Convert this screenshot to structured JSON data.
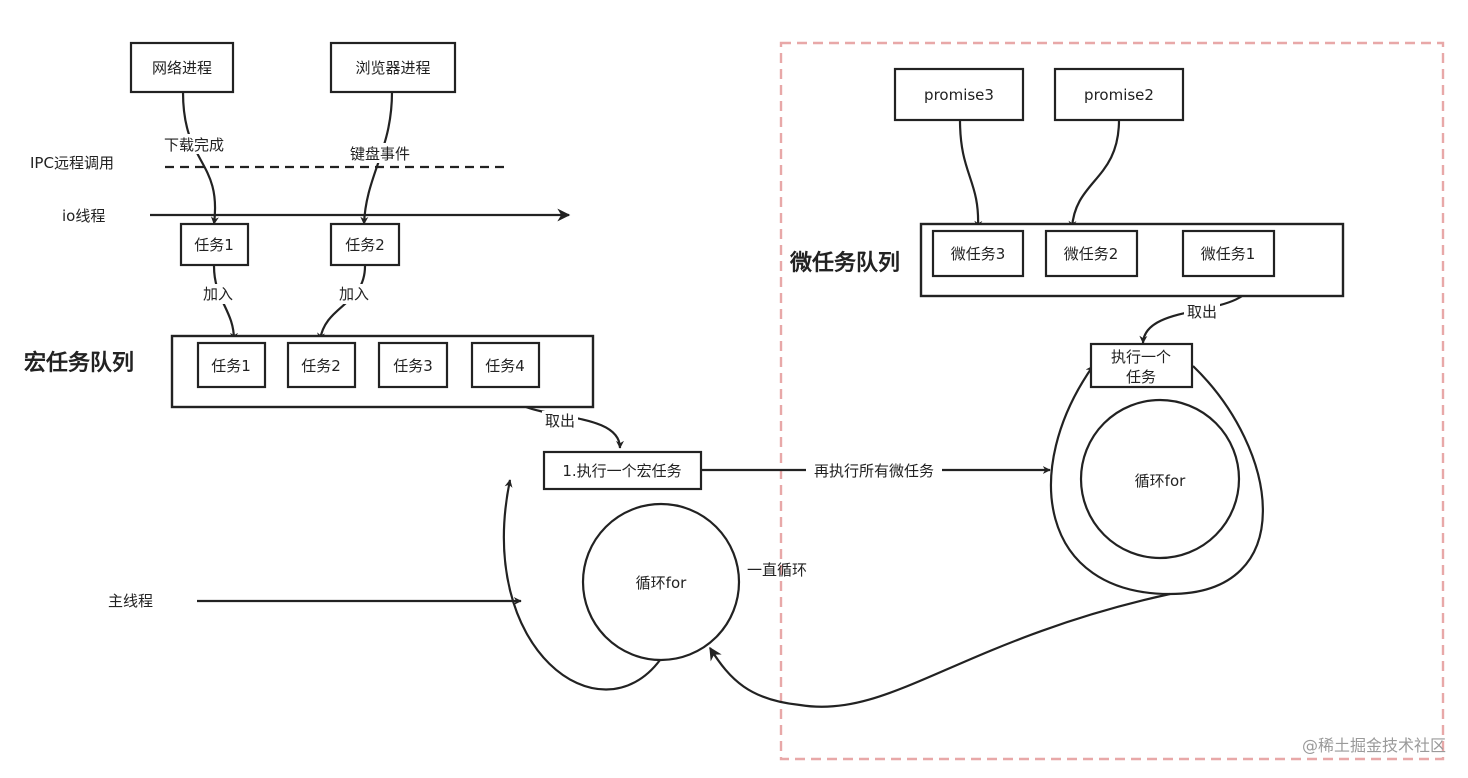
{
  "nodes": {
    "network_process": "网络进程",
    "browser_process": "浏览器进程",
    "io_task1": "任务1",
    "io_task2": "任务2",
    "macro_q1": "任务1",
    "macro_q2": "任务2",
    "macro_q3": "任务3",
    "macro_q4": "任务4",
    "exec_macro": "1.执行一个宏任务",
    "loop_main": "循环for",
    "promise3": "promise3",
    "promise2": "promise2",
    "micro3": "微任务3",
    "micro2": "微任务2",
    "micro1": "微任务1",
    "exec_one_line1": "执行一个",
    "exec_one_line2": "任务",
    "loop_micro": "循环for"
  },
  "labels": {
    "ipc": "IPC远程调用",
    "io_thread": "io线程",
    "main_thread": "主线程",
    "macro_queue_title": "宏任务队列",
    "micro_queue_title": "微任务队列"
  },
  "edges": {
    "download_done": "下载完成",
    "keyboard_event": "键盘事件",
    "add1": "加入",
    "add2": "加入",
    "take_out_macro": "取出",
    "run_all_micro": "再执行所有微任务",
    "loop_forever": "一直循环",
    "take_out_micro": "取出"
  },
  "watermark": "@稀土掘金技术社区",
  "colors": {
    "stroke": "#222222",
    "region_border": "#e8a8a8"
  }
}
